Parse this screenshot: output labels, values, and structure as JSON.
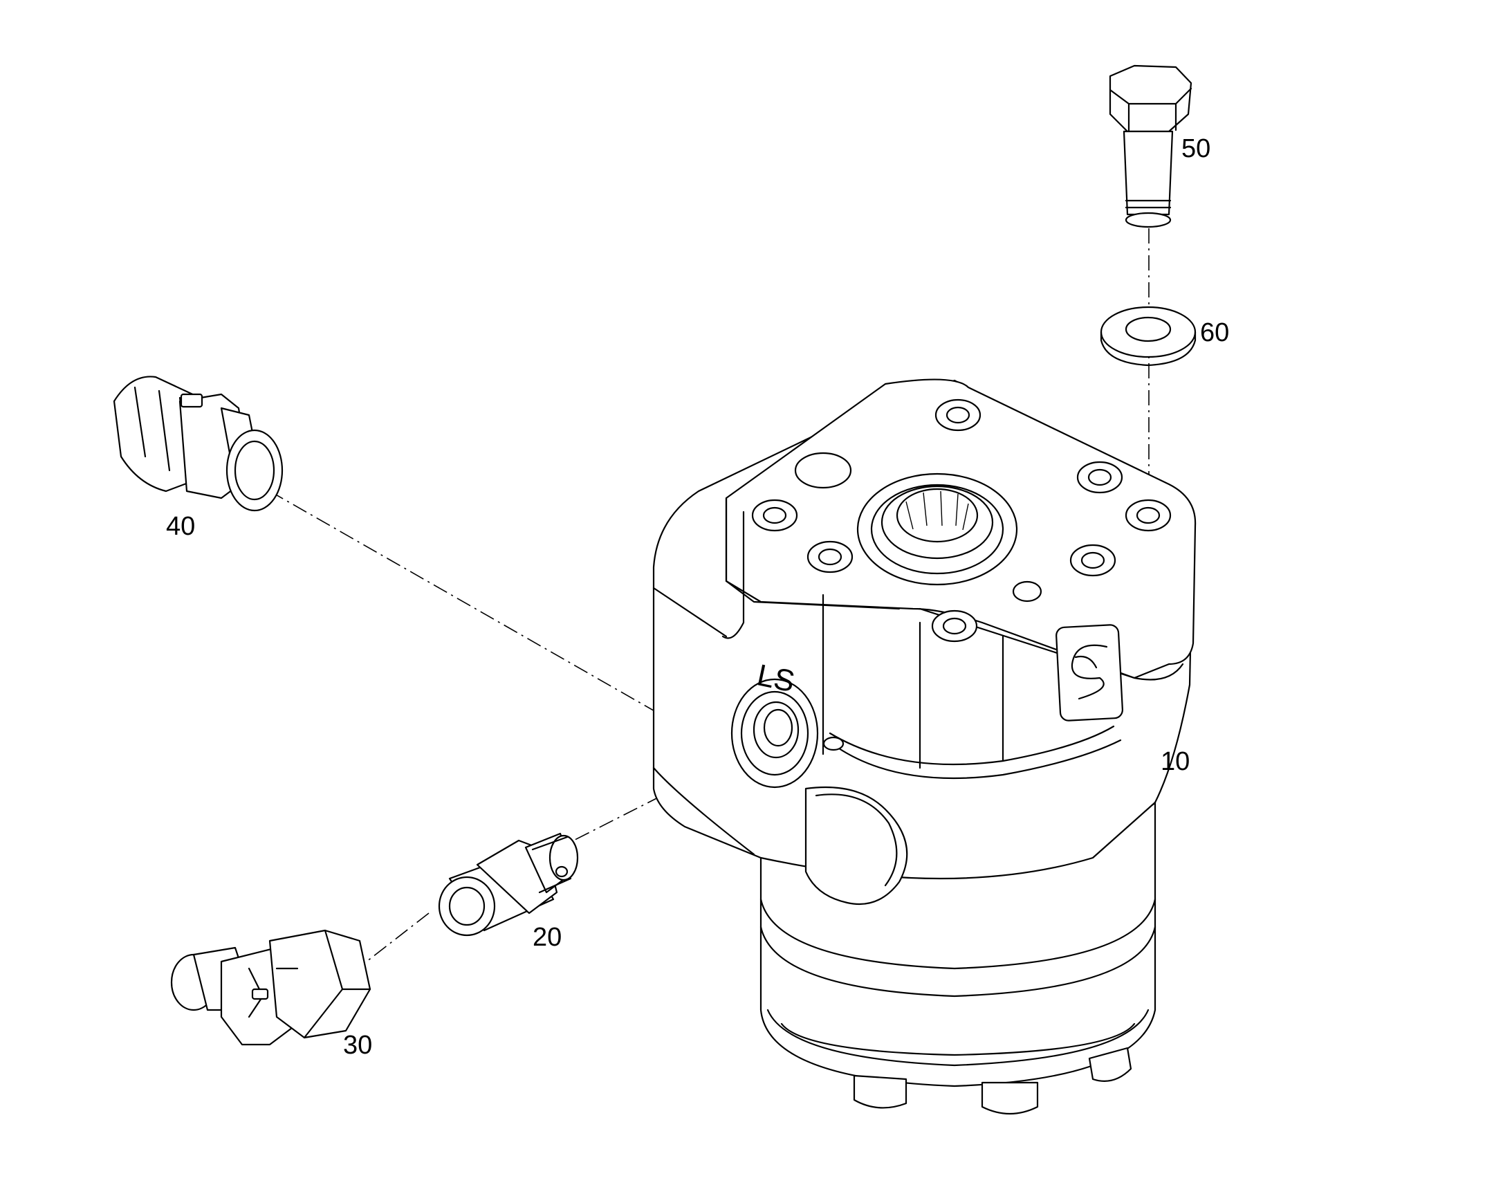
{
  "callouts": {
    "c10": "10",
    "c20": "20",
    "c30": "30",
    "c40": "40",
    "c50": "50",
    "c60": "60"
  },
  "port_marking": "LS"
}
